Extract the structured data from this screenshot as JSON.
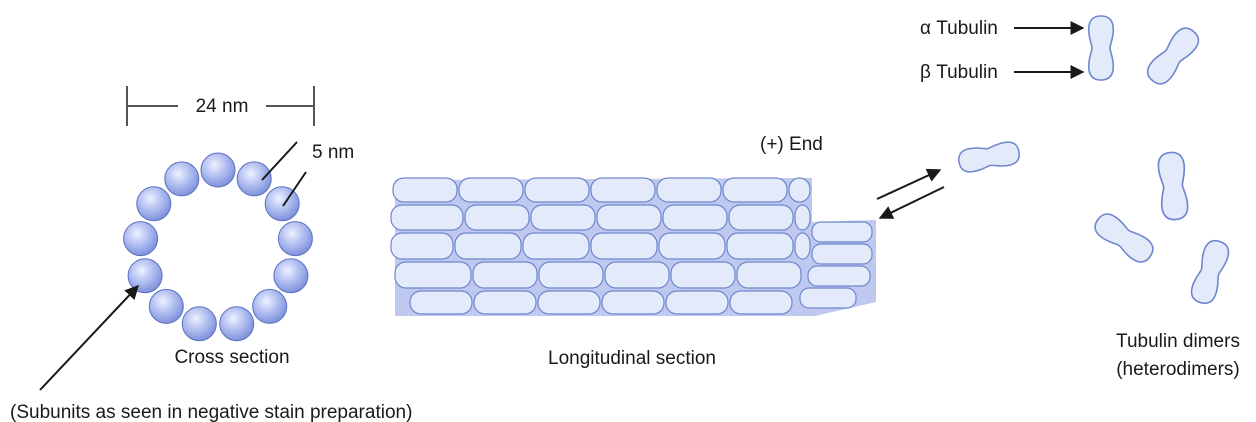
{
  "labels": {
    "scale_24nm": "24 nm",
    "scale_5nm": "5 nm",
    "cross_section": "Cross section",
    "subunits_note": "(Subunits as seen in negative stain preparation)",
    "plus_end": "(+) End",
    "longitudinal_section": "Longitudinal section",
    "alpha_tubulin": "α Tubulin",
    "beta_tubulin": "β Tubulin",
    "tubulin_dimers": "Tubulin dimers",
    "heterodimers": "(heterodimers)"
  },
  "colors": {
    "subunit_fill": "#a8b8ee",
    "subunit_stroke": "#5a6fc0",
    "cell_fill": "#e3eaf9",
    "cell_stroke": "#6f87cf",
    "seam": "#4a5fc8",
    "text": "#1a1a1a"
  }
}
